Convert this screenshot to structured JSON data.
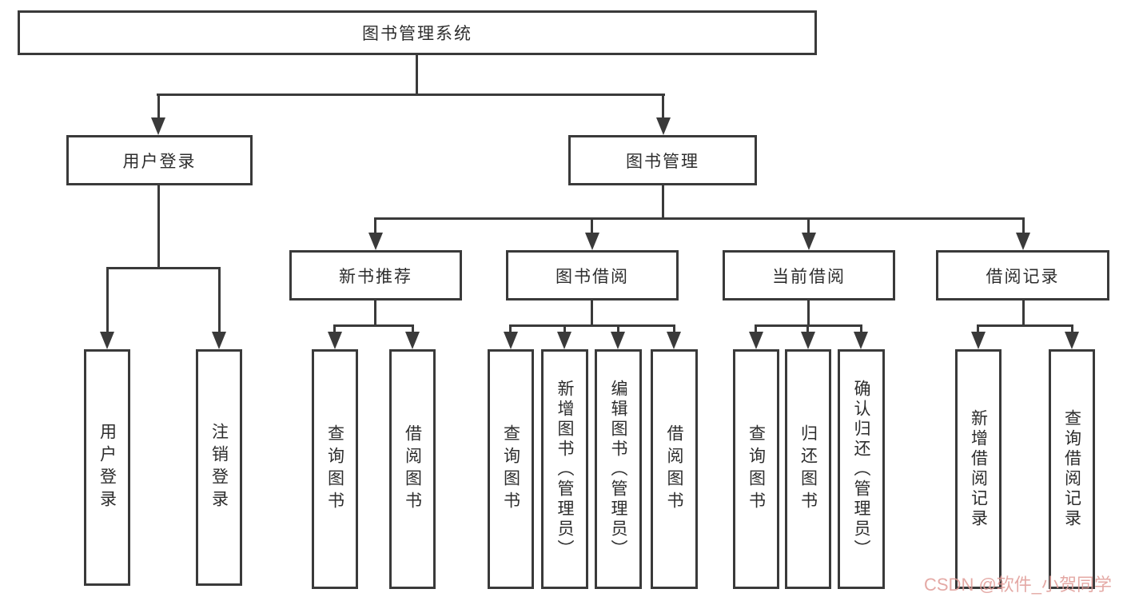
{
  "diagram_title": "图书管理系统",
  "tree": {
    "root": {
      "label": "图书管理系统"
    },
    "level2": [
      {
        "id": "user-login",
        "label": "用户登录"
      },
      {
        "id": "book-management",
        "label": "图书管理"
      }
    ],
    "level3": [
      {
        "id": "new-book-recommend",
        "label": "新书推荐"
      },
      {
        "id": "book-borrow",
        "label": "图书借阅"
      },
      {
        "id": "current-borrow",
        "label": "当前借阅"
      },
      {
        "id": "borrow-records",
        "label": "借阅记录"
      }
    ],
    "leaves": [
      {
        "parent": "用户登录",
        "label": "用户登录"
      },
      {
        "parent": "用户登录",
        "label": "注销登录"
      },
      {
        "parent": "新书推荐",
        "label": "查询图书"
      },
      {
        "parent": "新书推荐",
        "label": "借阅图书"
      },
      {
        "parent": "图书借阅",
        "label": "查询图书"
      },
      {
        "parent": "图书借阅",
        "label": "新增图书（管理员）"
      },
      {
        "parent": "图书借阅",
        "label": "编辑图书（管理员）"
      },
      {
        "parent": "图书借阅",
        "label": "借阅图书"
      },
      {
        "parent": "当前借阅",
        "label": "查询图书"
      },
      {
        "parent": "当前借阅",
        "label": "归还图书"
      },
      {
        "parent": "当前借阅",
        "label": "确认归还（管理员）"
      },
      {
        "parent": "借阅记录",
        "label": "新增借阅记录"
      },
      {
        "parent": "借阅记录",
        "label": "查询借阅记录"
      }
    ]
  },
  "watermark": {
    "text": "CSDN @软件_小贺同学"
  },
  "colors": {
    "line": "#3a3a3a",
    "text": "#2d2d2d",
    "background": "#ffffff",
    "watermark": "#e09b96"
  }
}
